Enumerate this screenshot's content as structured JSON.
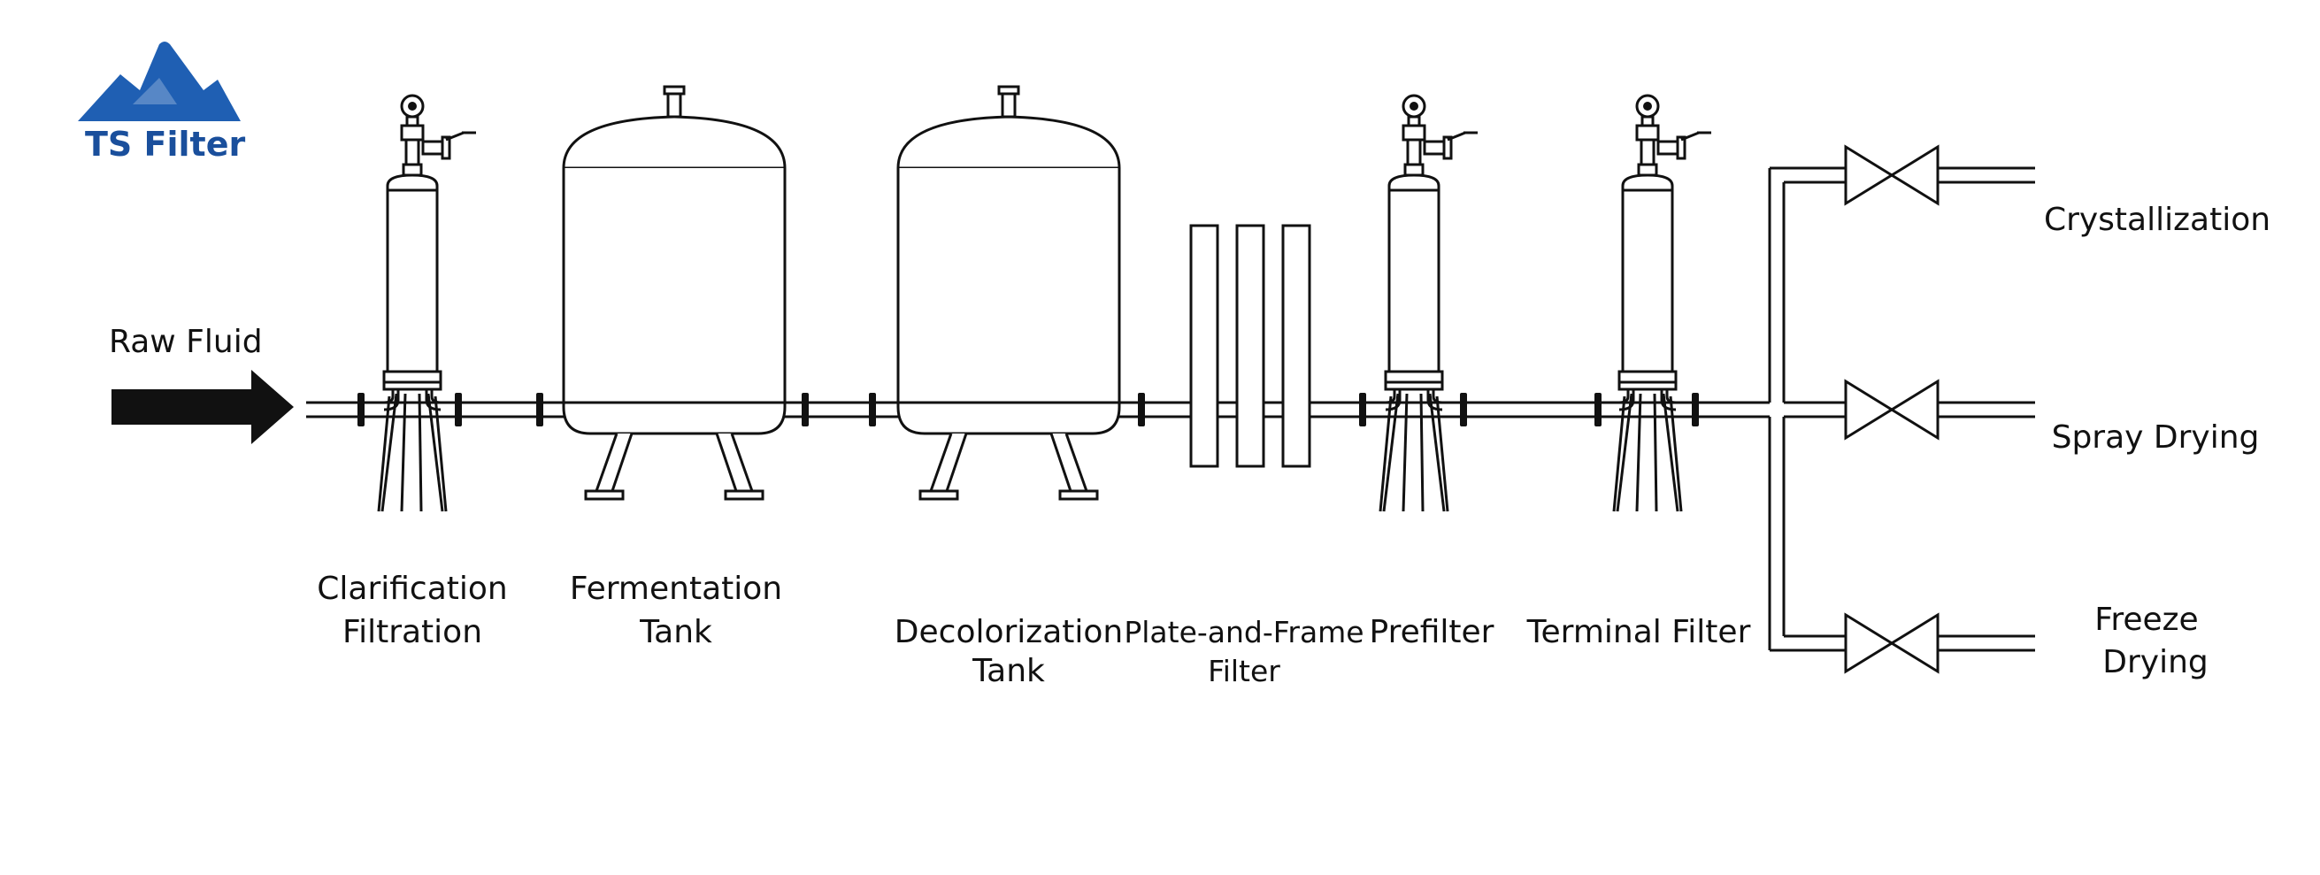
{
  "brand": {
    "name": "TS Filter",
    "logo_color": "#1f5fb3",
    "text_color": "#1a4f9c"
  },
  "input": {
    "label": "Raw Fluid",
    "arrow_icon": "right-arrow-icon"
  },
  "stages": [
    {
      "id": "clarification",
      "line1": "Clarification",
      "line2": "Filtration"
    },
    {
      "id": "fermentation",
      "line1": "Fermentation",
      "line2": "Tank"
    },
    {
      "id": "decolorization",
      "line1": "Decolorization",
      "line2": "Tank"
    },
    {
      "id": "plate-frame",
      "line1": "Plate-and-Frame",
      "line2": "Filter"
    },
    {
      "id": "prefilter",
      "line1": "Prefilter",
      "line2": ""
    },
    {
      "id": "terminal",
      "line1": "Terminal Filter",
      "line2": ""
    }
  ],
  "outputs": [
    {
      "id": "crystallization",
      "line1": "Crystallization",
      "line2": ""
    },
    {
      "id": "spray-drying",
      "line1": "Spray Drying",
      "line2": ""
    },
    {
      "id": "freeze-drying",
      "line1": "Freeze",
      "line2": "Drying"
    }
  ]
}
